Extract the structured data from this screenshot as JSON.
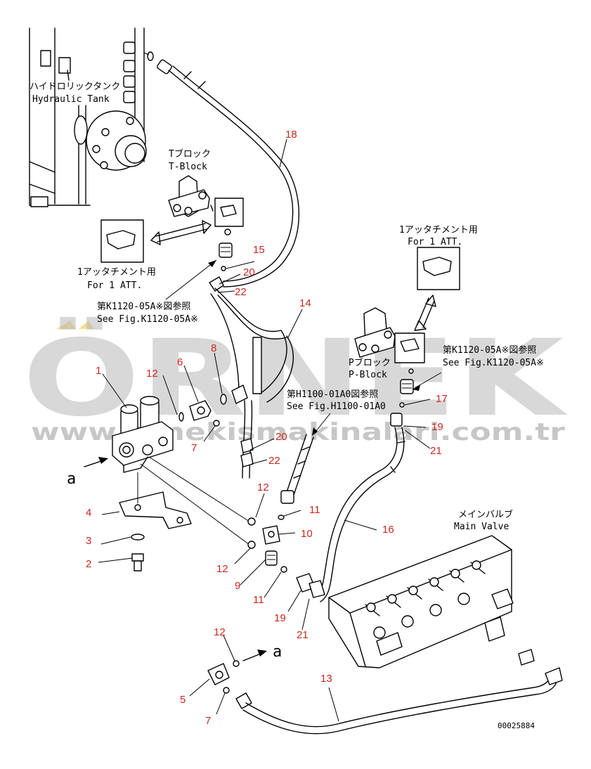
{
  "labels": {
    "hydraulic_tank_jp": "ハイドロリックタンク",
    "hydraulic_tank_en": "Hydraulic Tank",
    "t_block_jp": "Tブロック",
    "t_block_en": "T-Block",
    "att_left_jp": "1アッタチメント用",
    "att_left_en": "For 1 ATT.",
    "ref_k_left_jp": "第K1120-05A※図参照",
    "ref_k_left_en": "See Fig.K1120-05A※",
    "att_right_jp": "1アッタチメント用",
    "att_right_en": "For 1 ATT.",
    "p_block_jp": "Pブロック",
    "p_block_en": "P-Block",
    "ref_k_right_jp": "第K1120-05A※図参照",
    "ref_k_right_en": "See Fig.K1120-05A※",
    "ref_h_jp": "第H1100-01A0図参照",
    "ref_h_en": "See Fig.H1100-01A0",
    "main_valve_jp": "メインバルブ",
    "main_valve_en": "Main Valve",
    "arrow_a_left": "a",
    "arrow_a_bottom": "a",
    "drawing_no": "00025884"
  },
  "watermark": {
    "brand": "ÖRNEK",
    "url": "www.ornekismakinalari.com.tr"
  },
  "callouts": [
    {
      "id": "c1",
      "text": "1"
    },
    {
      "id": "c2",
      "text": "2"
    },
    {
      "id": "c3",
      "text": "3"
    },
    {
      "id": "c4",
      "text": "4"
    },
    {
      "id": "c5",
      "text": "5"
    },
    {
      "id": "c6",
      "text": "6"
    },
    {
      "id": "c7a",
      "text": "7"
    },
    {
      "id": "c7b",
      "text": "7"
    },
    {
      "id": "c8",
      "text": "8"
    },
    {
      "id": "c9",
      "text": "9"
    },
    {
      "id": "c10",
      "text": "10"
    },
    {
      "id": "c11a",
      "text": "11"
    },
    {
      "id": "c11b",
      "text": "11"
    },
    {
      "id": "c12a",
      "text": "12"
    },
    {
      "id": "c12b",
      "text": "12"
    },
    {
      "id": "c12c",
      "text": "12"
    },
    {
      "id": "c12d",
      "text": "12"
    },
    {
      "id": "c13",
      "text": "13"
    },
    {
      "id": "c14",
      "text": "14"
    },
    {
      "id": "c15",
      "text": "15"
    },
    {
      "id": "c16",
      "text": "16"
    },
    {
      "id": "c17",
      "text": "17"
    },
    {
      "id": "c18",
      "text": "18"
    },
    {
      "id": "c19a",
      "text": "19"
    },
    {
      "id": "c19b",
      "text": "19"
    },
    {
      "id": "c20a",
      "text": "20"
    },
    {
      "id": "c20b",
      "text": "20"
    },
    {
      "id": "c21a",
      "text": "21"
    },
    {
      "id": "c21b",
      "text": "21"
    },
    {
      "id": "c22a",
      "text": "22"
    },
    {
      "id": "c22b",
      "text": "22"
    }
  ],
  "colors": {
    "callout": "#c8281e",
    "line": "#000000",
    "watermark": "#b9b9b9",
    "watermark_accent": "#f0d060"
  }
}
